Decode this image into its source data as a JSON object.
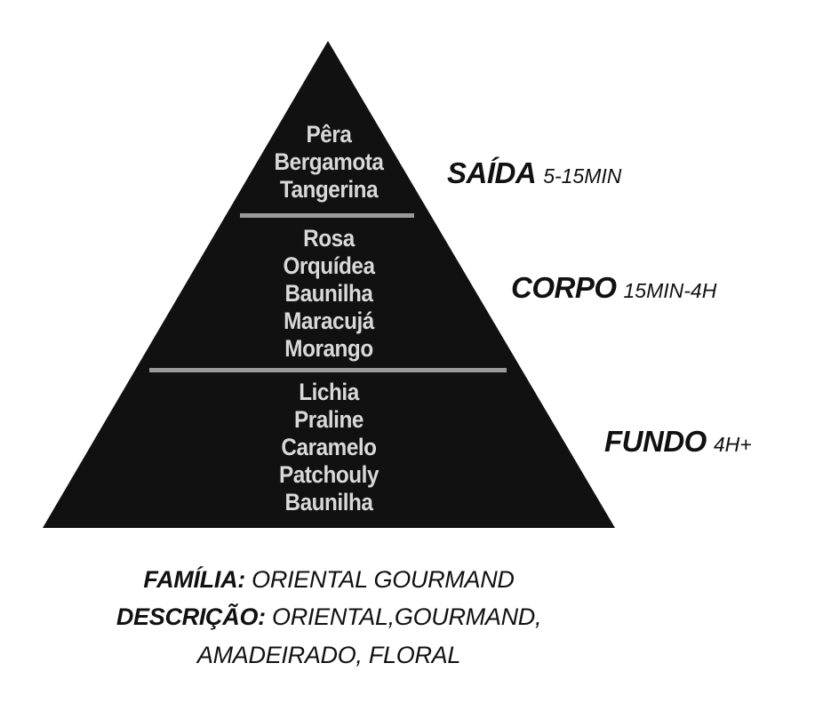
{
  "pyramid": {
    "tiers": [
      {
        "name": "SAÍDA",
        "duration": "5-15MIN",
        "notes": [
          "Pêra",
          "Bergamota",
          "Tangerina"
        ]
      },
      {
        "name": "CORPO",
        "duration": "15MIN-4H",
        "notes": [
          "Rosa",
          "Orquídea",
          "Baunilha",
          "Maracujá",
          "Morango"
        ]
      },
      {
        "name": "FUNDO",
        "duration": "4H+",
        "notes": [
          "Lichia",
          "Praline",
          "Caramelo",
          "Patchouly",
          "Baunilha"
        ]
      }
    ],
    "fill_color": "#111111",
    "divider_color": "#9a9a9a",
    "note_text_color": "#d9d9d9"
  },
  "info": {
    "family_key": "FAMÍLIA:",
    "family_value": "ORIENTAL GOURMAND",
    "description_key": "DESCRIÇÃO:",
    "description_value_line1": "ORIENTAL,GOURMAND,",
    "description_value_line2": "AMADEIRADO, FLORAL"
  }
}
